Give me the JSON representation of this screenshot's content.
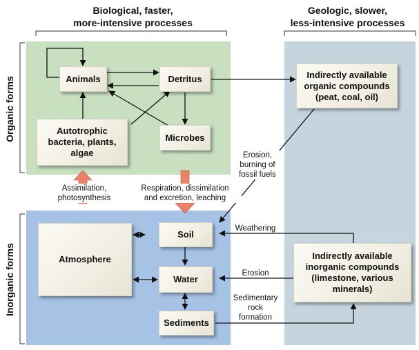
{
  "headers": {
    "biological": [
      "Biological, faster,",
      "more-intensive processes"
    ],
    "geologic": [
      "Geologic, slower,",
      "less-intensive processes"
    ]
  },
  "side_labels": {
    "organic": "Organic forms",
    "inorganic": "Inorganic forms"
  },
  "colors": {
    "organic_region": "#c8dfc0",
    "inorganic_region": "#a6c3e6",
    "geologic_column": "#c6d4de",
    "transfer_arrow": "#e8836a"
  },
  "boxes": {
    "animals": [
      "Animals"
    ],
    "detritus": [
      "Detritus"
    ],
    "autotrophs": [
      "Autotrophic",
      "bacteria, plants,",
      "algae"
    ],
    "microbes": [
      "Microbes"
    ],
    "organic_compounds": [
      "Indirectly available",
      "organic compounds",
      "(peat, coal, oil)"
    ],
    "atmosphere": [
      "Atmosphere"
    ],
    "soil": [
      "Soil"
    ],
    "water": [
      "Water"
    ],
    "sediments": [
      "Sediments"
    ],
    "inorganic_compounds": [
      "Indirectly available",
      "inorganic compounds",
      "(limestone, various",
      "minerals)"
    ]
  },
  "labels": {
    "assimilation": [
      "Assimilation,",
      "photosynthesis"
    ],
    "respiration": [
      "Respiration, dissimilation",
      "and excretion, leaching"
    ],
    "erosion_burning": [
      "Erosion,",
      "burning of",
      "fossil fuels"
    ],
    "weathering": [
      "Weathering"
    ],
    "erosion": [
      "Erosion"
    ],
    "sedimentary": [
      "Sedimentary",
      "rock",
      "formation"
    ]
  }
}
